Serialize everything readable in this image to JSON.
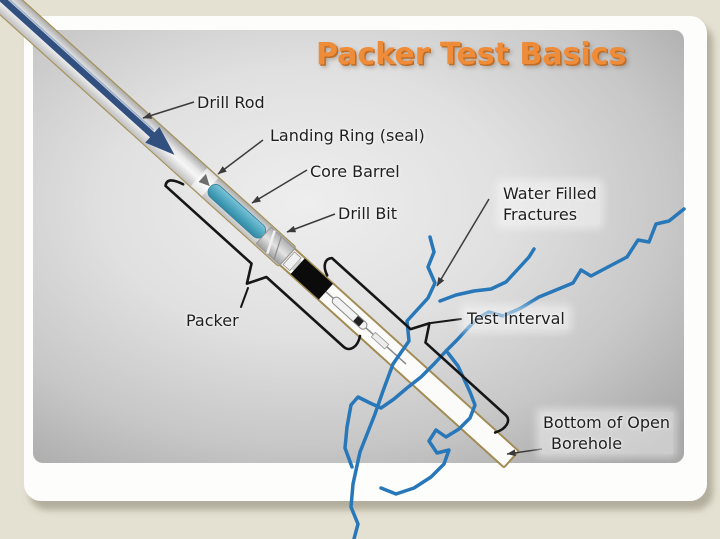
{
  "slide": {
    "title": "Packer Test Basics",
    "title_color": "#ef8c3a",
    "background_color": "#e5e1d2"
  },
  "diagram": {
    "labels": [
      {
        "id": "drill-rod",
        "lines": [
          "Drill Rod"
        ]
      },
      {
        "id": "landing-ring",
        "lines": [
          "Landing Ring (seal)"
        ]
      },
      {
        "id": "core-barrel",
        "lines": [
          "Core Barrel"
        ]
      },
      {
        "id": "drill-bit",
        "lines": [
          "Drill Bit"
        ]
      },
      {
        "id": "water-filled-fractures",
        "lines": [
          "Water Filled",
          "Fractures"
        ]
      },
      {
        "id": "packer",
        "lines": [
          "Packer"
        ]
      },
      {
        "id": "test-interval",
        "lines": [
          "Test Interval"
        ]
      },
      {
        "id": "bottom-of-open-borehole",
        "lines": [
          "Bottom of Open",
          "Borehole"
        ]
      }
    ],
    "colors": {
      "fracture_blue": "#2878b9",
      "rod_arrow_blue": "#31507f",
      "core_barrel_teal": "#55adc5",
      "borehole_wall_tan": "#a28c54",
      "packer_black": "#0b0b0b",
      "label_text": "#1f1f1f",
      "leader_line": "#3b3b3b"
    }
  }
}
